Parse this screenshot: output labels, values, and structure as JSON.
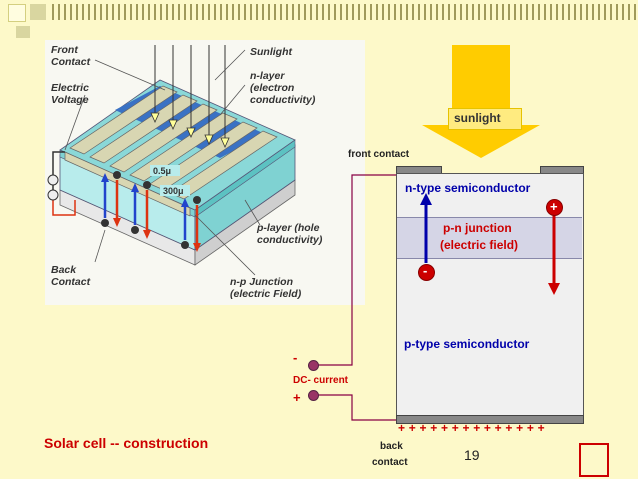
{
  "colors": {
    "background": "#fdf9c9",
    "accent_red": "#cc0000",
    "label_blue": "#0000aa",
    "sunlight_yellow": "#ffcc00"
  },
  "illustration": {
    "front_contact": "Front\nContact",
    "electric_voltage": "Electric\nVoltage",
    "sunlight": "Sunlight",
    "n_layer": "n-layer\n(electron\nconductivity)",
    "p_layer": "p-layer (hole\nconductivity)",
    "back_contact": "Back\nContact",
    "np_junction": "n-p Junction\n(electric Field)",
    "thickness_top": "0.5μ",
    "thickness_bottom": "300μ"
  },
  "diagram": {
    "sunlight": "sunlight",
    "front_contact": "front contact",
    "n_type": "n-type semiconductor",
    "pn_junction_line1": "p-n junction",
    "pn_junction_line2": "(electric field)",
    "p_type": "p-type semiconductor",
    "plus_sign": "+",
    "minus_sign": "-",
    "plus_row": "+ + + + + + + + + + + + + +",
    "dc_minus": "-",
    "dc_current": "DC- current",
    "dc_plus": "+",
    "back_contact_line1": "back",
    "back_contact_line2": "contact"
  },
  "slide": {
    "title": "Solar cell -- construction",
    "page_number": "19"
  }
}
